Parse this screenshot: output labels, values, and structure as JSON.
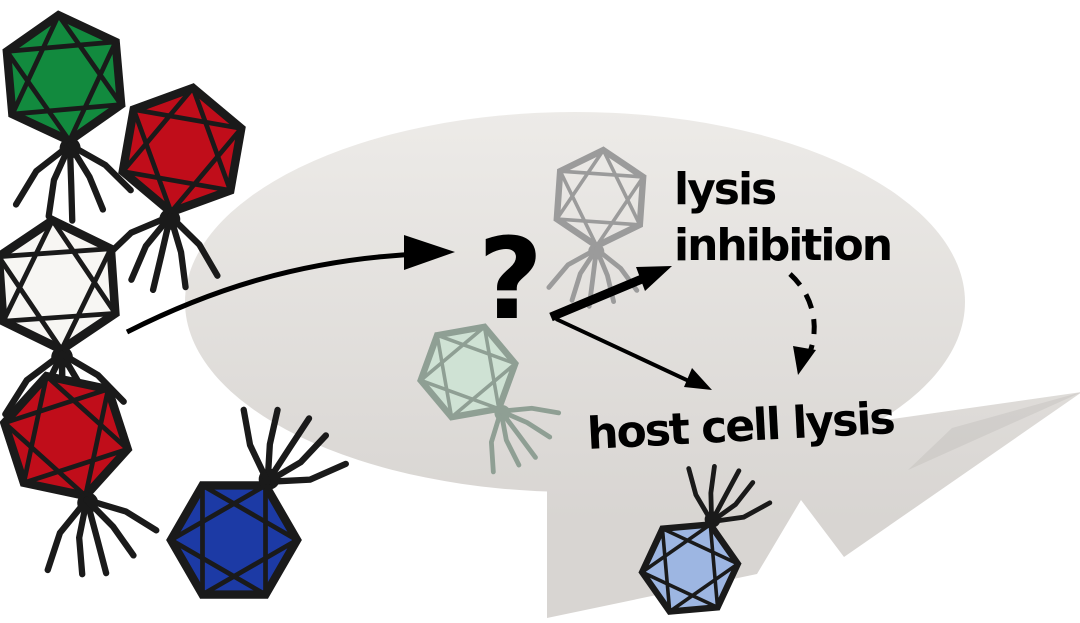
{
  "figure": {
    "question_mark": "?",
    "labels": {
      "lysis_inhibition": [
        "lysis",
        "inhibition"
      ],
      "host_cell_lysis": "host cell lysis"
    },
    "icons": {
      "outside_phages": [
        "green-phage-icon",
        "red-phage-icon-top",
        "white-phage-icon",
        "red-phage-icon-bottom",
        "blue-phage-icon-left"
      ],
      "inside_phages": [
        "gray-faded-phage-icon",
        "pale-green-faded-phage-icon",
        "blue-phage-icon-bottom"
      ],
      "arrows": [
        "curved-entry-arrow",
        "thick-arrow-to-lysis-inhibition",
        "thin-arrow-to-host-cell-lysis",
        "dashed-arrow-inhibition-to-lysis"
      ],
      "bubble": "speech-bubble"
    },
    "colors": {
      "background": "#ffffff",
      "bubble_light": "#edebe8",
      "bubble_dark": "#d8d5d2",
      "bubble_fold": "#b5b2af",
      "outline": "#1a1a1a",
      "arrow": "#000000",
      "text": "#000000",
      "phage_green": "#128a3e",
      "phage_red": "#c00d1a",
      "phage_white": "#f7f6f3",
      "phage_blue": "#1c3aa5",
      "phage_blue_light": "#9db6e2",
      "phage_faded_stroke": "#9b9b9b",
      "phage_faded_fill": "none",
      "phage_pale_green": "#cfe2d4",
      "phage_pale_green_stroke": "#8f9f94"
    }
  }
}
